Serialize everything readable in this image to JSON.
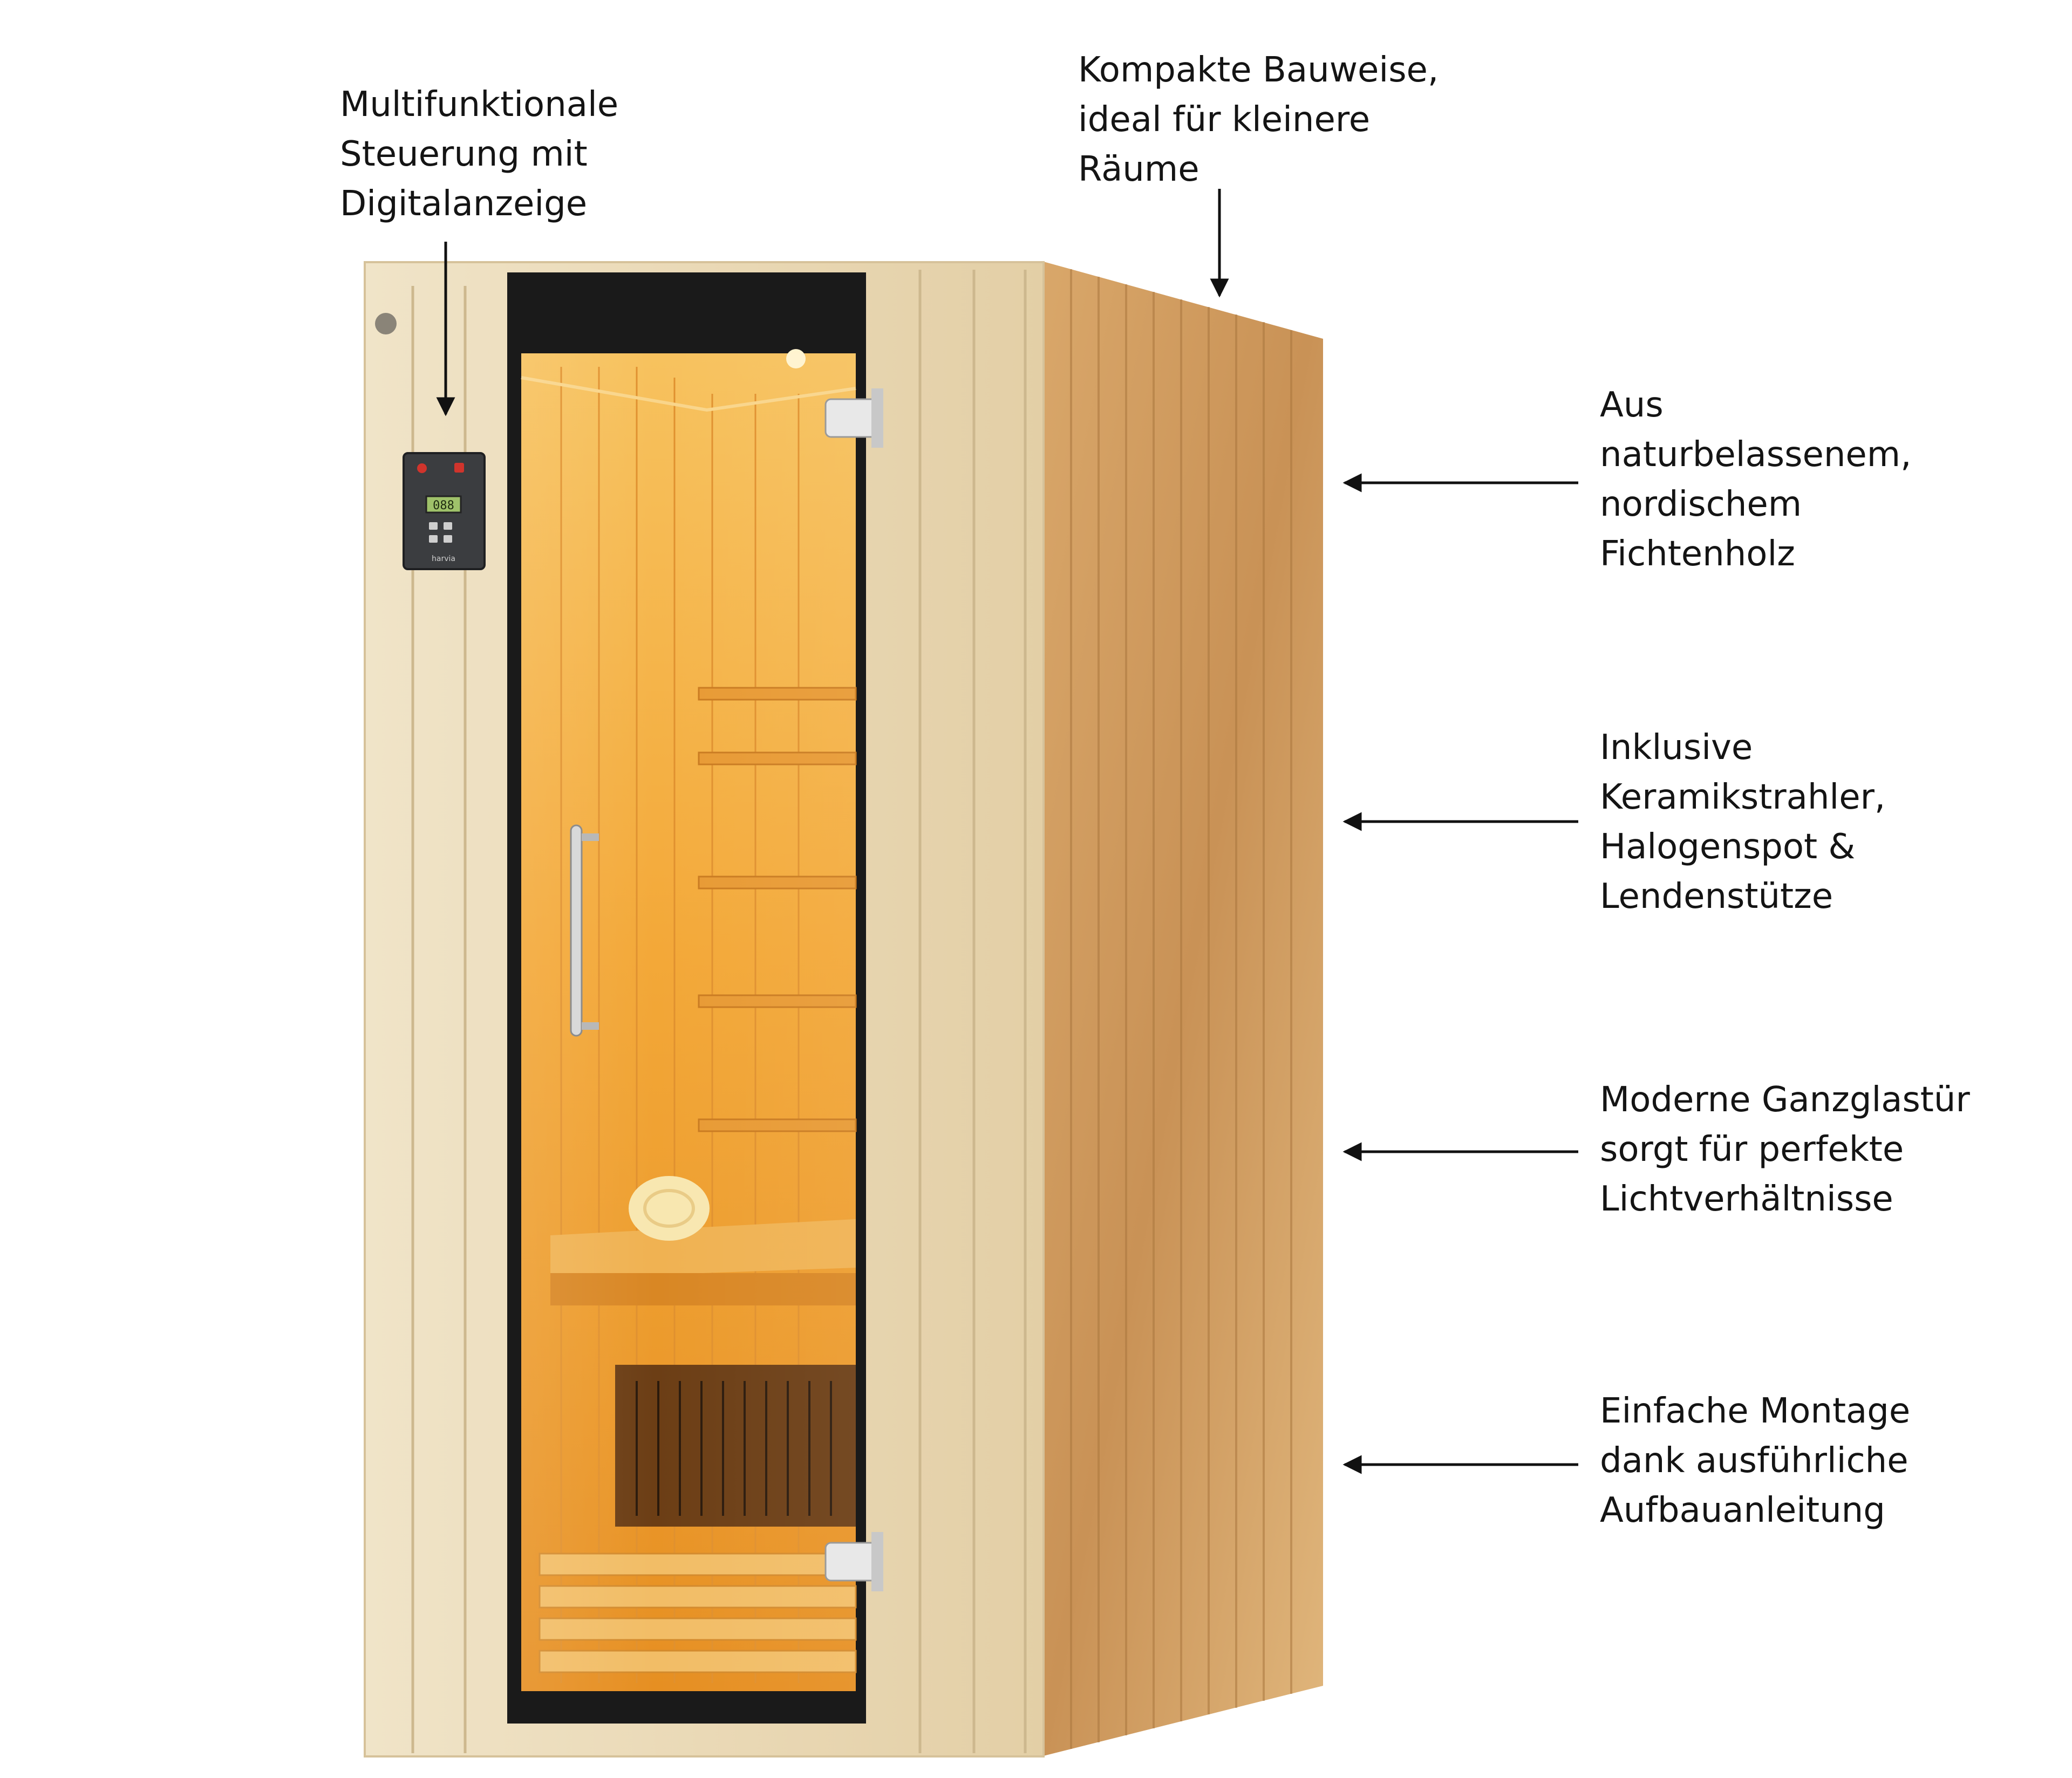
{
  "callouts": {
    "control": {
      "lines": [
        "Multifunktionale",
        "Steuerung mit",
        "Digitalanzeige"
      ]
    },
    "compact": {
      "lines": [
        "Kompakte Bauweise,",
        "ideal für kleinere",
        "Räume"
      ]
    },
    "wood": {
      "lines": [
        "Aus",
        "naturbelassenem,",
        "nordischem",
        "Fichtenholz"
      ]
    },
    "features": {
      "lines": [
        "Inklusive",
        "Keramikstrahler,",
        "Halogenspot &",
        "Lendenstütze"
      ]
    },
    "glassdoor": {
      "lines": [
        "Moderne Ganzglastür",
        "sorgt für perfekte",
        "Lichtverhältnisse"
      ]
    },
    "assembly": {
      "lines": [
        "Einfache Montage",
        "dank ausführliche",
        "Aufbauanleitung"
      ]
    }
  },
  "control_panel": {
    "display": "088",
    "brand": "harvia"
  },
  "colors": {
    "text": "#141414",
    "front_wood": "#ead9b6",
    "side_wood": "#c99256",
    "interior_glow": "#f3a838",
    "door_frame": "#1a1a1a"
  }
}
